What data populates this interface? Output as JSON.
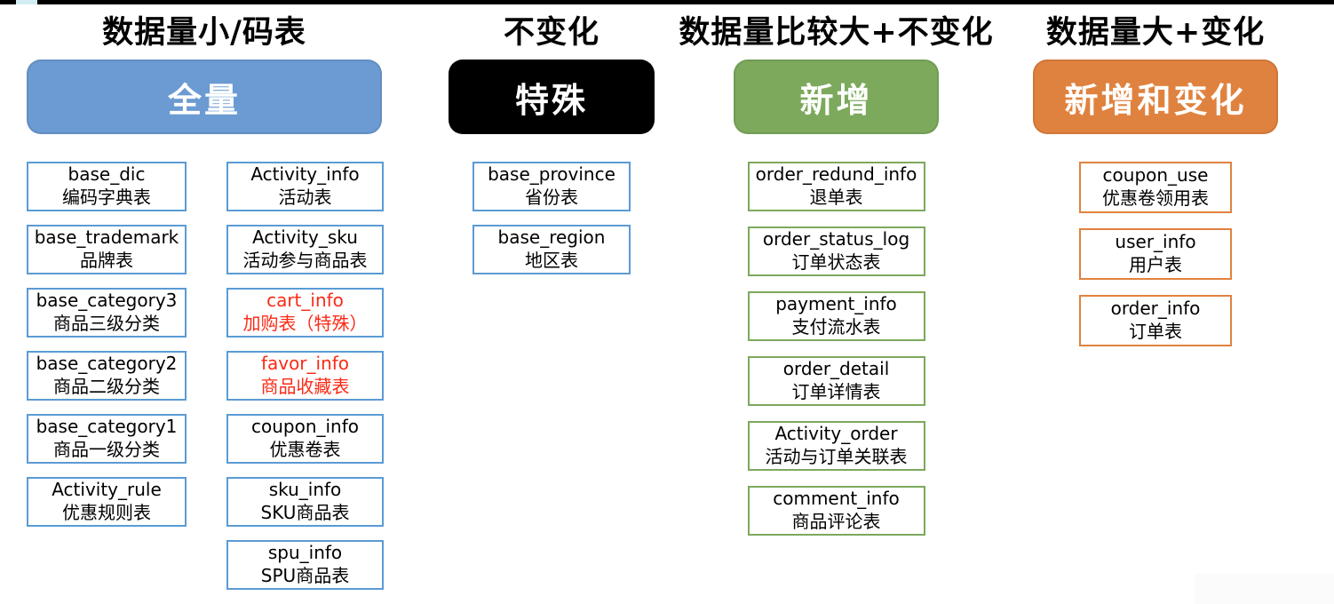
{
  "special_text_color": "#fa2b16",
  "columns": [
    {
      "id": "full-sync",
      "title": "数据量小/码表",
      "header": {
        "label": "全量",
        "bg": "#6b9bd2"
      },
      "accent": "#5b9bd5",
      "lists": [
        [
          {
            "name": "base_dic",
            "desc": "编码字典表"
          },
          {
            "name": "base_trademark",
            "desc": "品牌表"
          },
          {
            "name": "base_category3",
            "desc": "商品三级分类"
          },
          {
            "name": "base_category2",
            "desc": "商品二级分类"
          },
          {
            "name": "base_category1",
            "desc": "商品一级分类"
          },
          {
            "name": "Activity_rule",
            "desc": "优惠规则表"
          }
        ],
        [
          {
            "name": "Activity_info",
            "desc": "活动表"
          },
          {
            "name": "Activity_sku",
            "desc": "活动参与商品表"
          },
          {
            "name": "cart_info",
            "desc": "加购表（特殊）",
            "special": true
          },
          {
            "name": "favor_info",
            "desc": "商品收藏表",
            "special": true
          },
          {
            "name": "coupon_info",
            "desc": "优惠卷表"
          },
          {
            "name": "sku_info",
            "desc": "SKU商品表"
          },
          {
            "name": "spu_info",
            "desc": "SPU商品表"
          }
        ]
      ]
    },
    {
      "id": "special",
      "title": "不变化",
      "header": {
        "label": "特殊",
        "bg": "#000000"
      },
      "accent": "#5b9bd5",
      "lists": [
        [
          {
            "name": "base_province",
            "desc": "省份表"
          },
          {
            "name": "base_region",
            "desc": "地区表"
          }
        ]
      ]
    },
    {
      "id": "incremental",
      "title": "数据量比较大+不变化",
      "header": {
        "label": "新增",
        "bg": "#7ca95c"
      },
      "accent": "#7ca95c",
      "lists": [
        [
          {
            "name": "order_redund_info",
            "desc": "退单表"
          },
          {
            "name": "order_status_log",
            "desc": "订单状态表"
          },
          {
            "name": "payment_info",
            "desc": "支付流水表"
          },
          {
            "name": "order_detail",
            "desc": "订单详情表"
          },
          {
            "name": "Activity_order",
            "desc": "活动与订单关联表"
          },
          {
            "name": "comment_info",
            "desc": "商品评论表"
          }
        ]
      ]
    },
    {
      "id": "incremental-and-change",
      "title": "数据量大+变化",
      "header": {
        "label": "新增和变化",
        "bg": "#e0823f"
      },
      "accent": "#e0823f",
      "lists": [
        [
          {
            "name": "coupon_use",
            "desc": "优惠卷领用表"
          },
          {
            "name": "user_info",
            "desc": "用户表"
          },
          {
            "name": "order_info",
            "desc": "订单表"
          }
        ]
      ]
    }
  ]
}
